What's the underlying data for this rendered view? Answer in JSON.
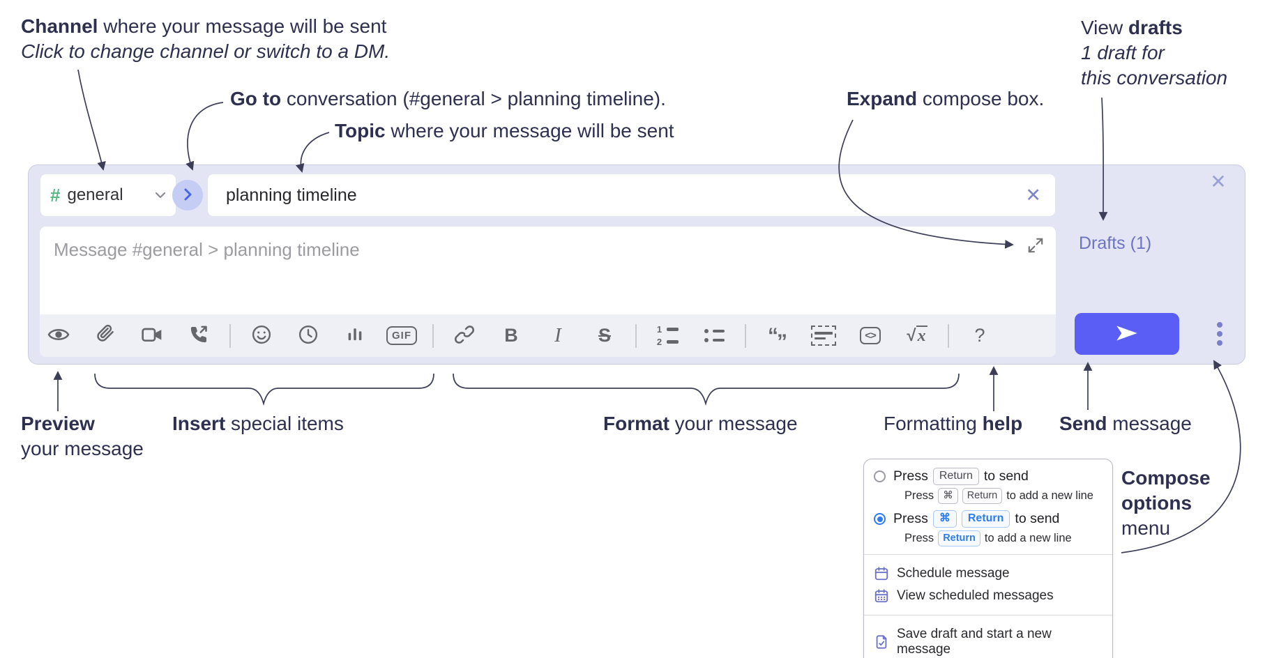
{
  "colors": {
    "annotation": "#2e3050",
    "connector": "#3c3e58",
    "compose-bg": "#e3e5f4",
    "compose-border": "#c9cce0",
    "toolbar-bg": "#eef0f5",
    "icon-gray": "#65666b",
    "divider": "#c8cad3",
    "hash-green": "#54b97f",
    "goto-blue": "#4664e8",
    "goto-circle": "#c6cdf4",
    "accent-send": "#5a5ef5",
    "link-purple": "#6d73c0",
    "clear-x": "#7d85c8",
    "close-x": "#99a1d4",
    "ellipsis": "#7a7fc8",
    "placeholder": "#9b9ba0",
    "text-dark": "#27272b",
    "radio-blue": "#2e7cf2",
    "kbd-blue": "#2e7cf2",
    "menu-icon": "#6b70c9"
  },
  "annotations": {
    "channel": {
      "bold": "Channel",
      "rest": " where your message will be sent",
      "italic": "Click to change channel or switch to a DM."
    },
    "goto": {
      "bold": "Go to",
      "rest": " conversation (#general > planning timeline)."
    },
    "topic": {
      "bold": "Topic",
      "rest": " where your message will be sent"
    },
    "expand": {
      "bold": "Expand",
      "rest": " compose box."
    },
    "drafts": {
      "pre": "View ",
      "bold": "drafts",
      "line2": "1 draft for",
      "line3": "this conversation"
    },
    "preview": {
      "bold": "Preview",
      "line2": "your message"
    },
    "insert": {
      "bold": "Insert",
      "rest": " special items"
    },
    "format": {
      "bold": "Format",
      "rest": " your message"
    },
    "help": {
      "pre": "Formatting ",
      "bold": "help"
    },
    "send": {
      "bold": "Send",
      "rest": " message"
    },
    "compose_options": {
      "bold1": "Compose",
      "bold2": "options",
      "rest": "menu"
    }
  },
  "compose": {
    "channel": {
      "hash": "#",
      "name": "general"
    },
    "topic": {
      "value": "planning timeline",
      "clear_glyph": "✕"
    },
    "close_glyph": "✕",
    "message": {
      "placeholder": "Message #general > planning timeline"
    },
    "drafts_label": "Drafts (1)",
    "toolbar": {
      "gif_label": "GIF",
      "bold_glyph": "B",
      "italic_glyph": "I",
      "strike_glyph": "S",
      "num1": "1",
      "num2": "2",
      "quote_open": "“",
      "quote_close": "”",
      "code_glyph": "<>",
      "sqrt_glyph": "√",
      "x_glyph": "x",
      "help_glyph": "?",
      "icons": [
        "preview",
        "attach-file",
        "start-video-call",
        "start-voice-call",
        "add-emoji",
        "add-global-time",
        "add-poll",
        "add-gif",
        "link",
        "bold",
        "italic",
        "strikethrough",
        "numbered-list",
        "bulleted-list",
        "quote",
        "spoiler",
        "code",
        "math",
        "message-formatting"
      ]
    }
  },
  "popup": {
    "option1": {
      "press": "Press",
      "key1": "Return",
      "tail": "to send",
      "sub_press": "Press",
      "sub_key1": "⌘",
      "sub_key2": "Return",
      "sub_tail": "to add a new line"
    },
    "option2": {
      "press": "Press",
      "key1": "⌘",
      "key2": "Return",
      "tail": "to send",
      "sub_press": "Press",
      "sub_key1": "Return",
      "sub_tail": "to add a new line"
    },
    "item_schedule": "Schedule message",
    "item_view_scheduled": "View scheduled messages",
    "item_save_draft": "Save draft and start a new message"
  }
}
